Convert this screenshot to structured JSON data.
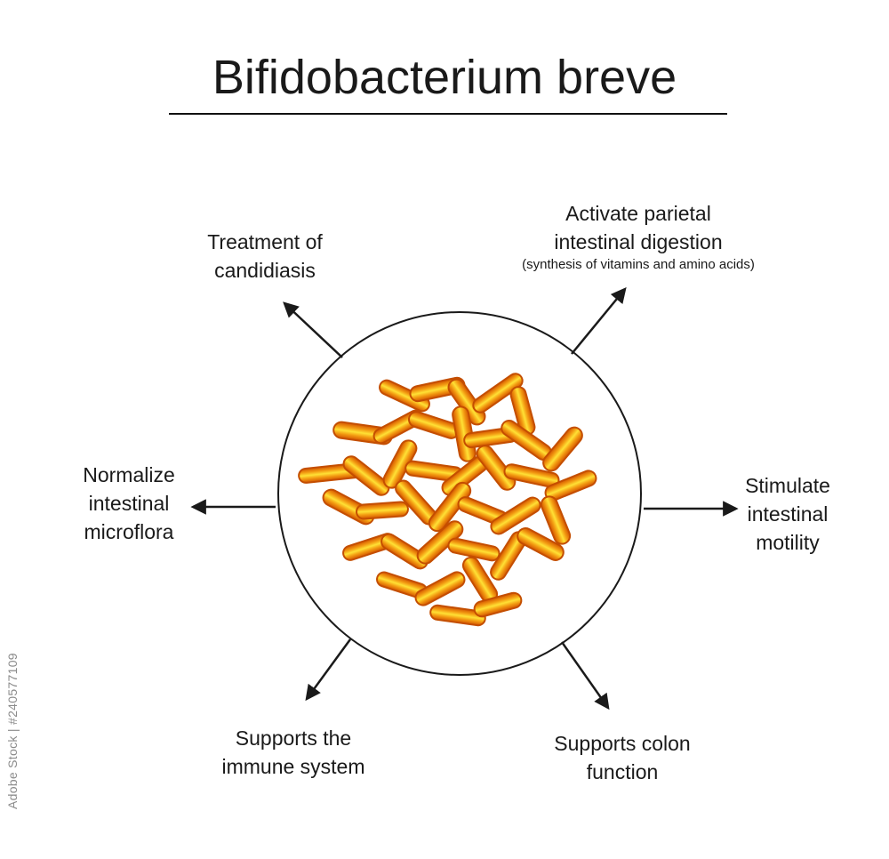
{
  "title": "Bifidobacterium breve",
  "labels": {
    "treatment": {
      "lines": [
        "Treatment of",
        "candidiasis"
      ]
    },
    "activate": {
      "lines": [
        "Activate parietal",
        "intestinal digestion"
      ],
      "note": "(synthesis of vitamins and amino acids)"
    },
    "normalize": {
      "lines": [
        "Normalize",
        "intestinal",
        "microflora"
      ]
    },
    "stimulate": {
      "lines": [
        "Stimulate",
        "intestinal",
        "motility"
      ]
    },
    "immune": {
      "lines": [
        "Supports the",
        "immune system"
      ]
    },
    "colon": {
      "lines": [
        "Supports colon",
        "function"
      ]
    }
  },
  "watermark": "Adobe Stock  |  #240577109",
  "illustration": {
    "name": "bifidobacterium-cluster",
    "shape": "rod-shaped bacteria inside circle"
  },
  "colors": {
    "text": "#1a1a1a",
    "line": "#1a1a1a",
    "circle_stroke": "#1a1a1a",
    "rod_edge": "#d35400",
    "rod_mid": "#f39c12",
    "rod_core": "#ffe135",
    "rod_stroke": "#c44e00",
    "watermark": "#8b8b8b"
  }
}
